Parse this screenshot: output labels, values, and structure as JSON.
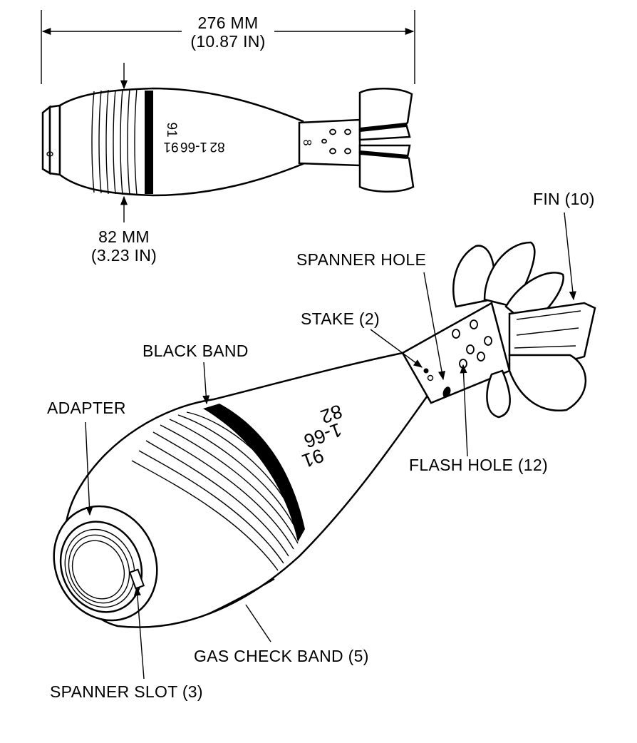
{
  "dimensions": {
    "length_mm": "276 MM",
    "length_in": "(10.87 IN)",
    "diameter_mm": "82 MM",
    "diameter_in": "(3.23 IN)"
  },
  "markings": {
    "line1": "91",
    "line2": "1-66",
    "line3": "82",
    "tail_mark": "8"
  },
  "labels": {
    "fin": "FIN (10)",
    "spanner_hole": "SPANNER HOLE",
    "stake": "STAKE (2)",
    "black_band": "BLACK BAND",
    "adapter": "ADAPTER",
    "flash_hole": "FLASH HOLE (12)",
    "gas_check_band": "GAS CHECK  BAND (5)",
    "spanner_slot": "SPANNER SLOT (3)"
  }
}
